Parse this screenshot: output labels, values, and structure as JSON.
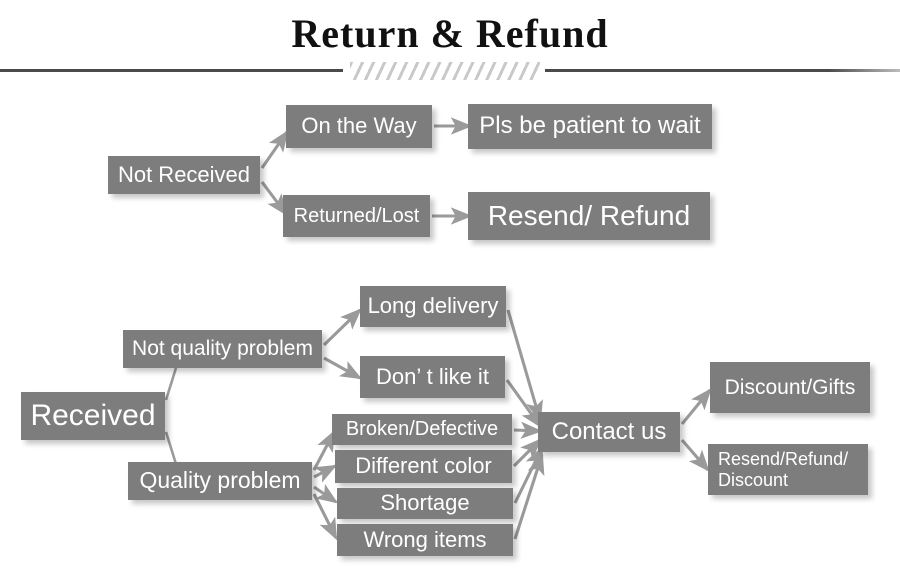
{
  "header": {
    "title": "Return & Refund",
    "divider_icon": "hatched-divider"
  },
  "flow": {
    "sections": [
      {
        "id": "not-received",
        "root": {
          "label": "Not Received"
        },
        "branches": [
          {
            "label": "On the Way",
            "outcome": "Pls be patient to wait"
          },
          {
            "label": "Returned/Lost",
            "outcome": "Resend/ Refund"
          }
        ]
      },
      {
        "id": "received",
        "root": {
          "label": "Received"
        },
        "branches": [
          {
            "label": "Not quality problem",
            "reasons": [
              "Long delivery",
              "Don’  t like it"
            ]
          },
          {
            "label": "Quality problem",
            "reasons": [
              "Broken/Defective",
              "Different color",
              "Shortage",
              "Wrong items"
            ]
          }
        ],
        "action": {
          "label": "Contact us"
        },
        "outcomes": [
          {
            "label": "Discount/Gifts"
          },
          {
            "label": "Resend/Refund/\nDiscount"
          }
        ]
      }
    ]
  },
  "colors": {
    "node_fill": "#7d7d7d",
    "node_text": "#ffffff",
    "connector": "#9a9a9a",
    "rule": "#4a4a4a",
    "title_text": "#111111",
    "page_background": "#ffffff"
  }
}
